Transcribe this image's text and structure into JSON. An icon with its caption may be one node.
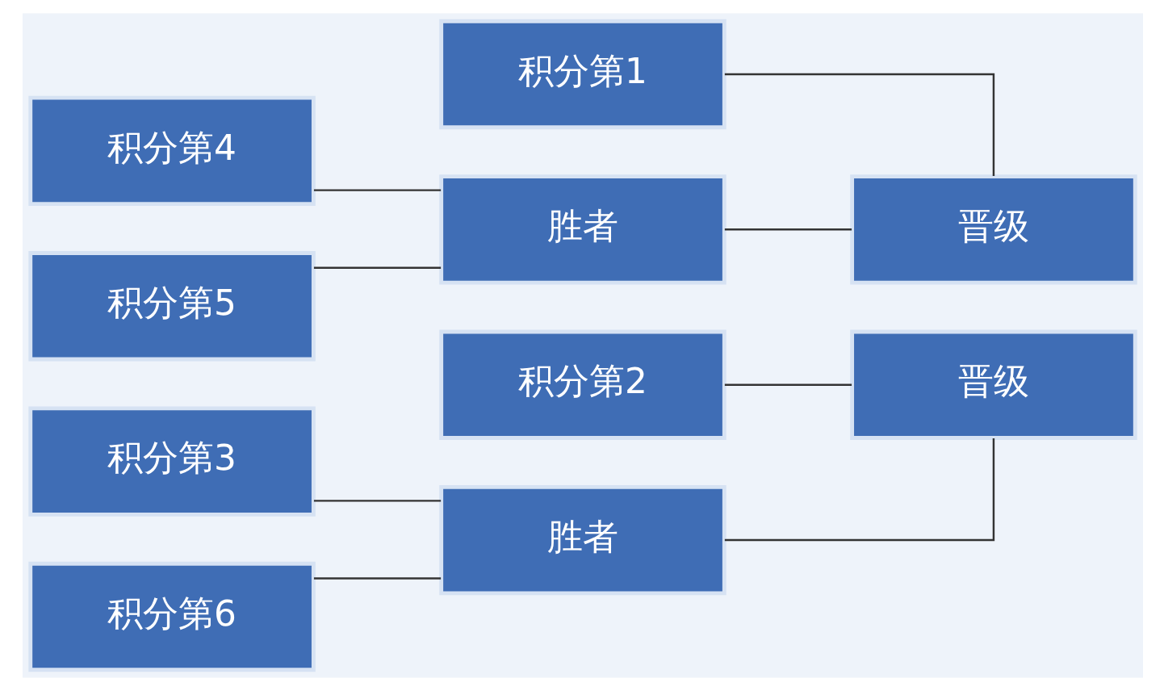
{
  "diagram": {
    "nodes": [
      {
        "text": [
          "积分第4"
        ]
      },
      {
        "text": [
          "积分第5"
        ]
      },
      {
        "text": [
          "积分第3"
        ]
      },
      {
        "text": [
          "积分第6"
        ]
      },
      {
        "text": [
          "积分第1"
        ]
      },
      {
        "text": [
          "胜者"
        ]
      },
      {
        "text": [
          "积分第2"
        ]
      },
      {
        "text": [
          "胜者"
        ]
      },
      {
        "text": [
          "晋级"
        ]
      },
      {
        "text": [
          "晋级"
        ]
      }
    ],
    "edges": [
      {
        "from": 0,
        "to": 5,
        "arrow": "none"
      },
      {
        "from": 1,
        "to": 5,
        "arrow": "none"
      },
      {
        "from": 2,
        "to": 7,
        "arrow": "none"
      },
      {
        "from": 3,
        "to": 7,
        "arrow": "none"
      },
      {
        "from": 4,
        "to": 8,
        "arrow": "none"
      },
      {
        "from": 5,
        "to": 8,
        "arrow": "none"
      },
      {
        "from": 6,
        "to": 9,
        "arrow": "none"
      },
      {
        "from": 7,
        "to": 9,
        "arrow": "none"
      }
    ]
  }
}
